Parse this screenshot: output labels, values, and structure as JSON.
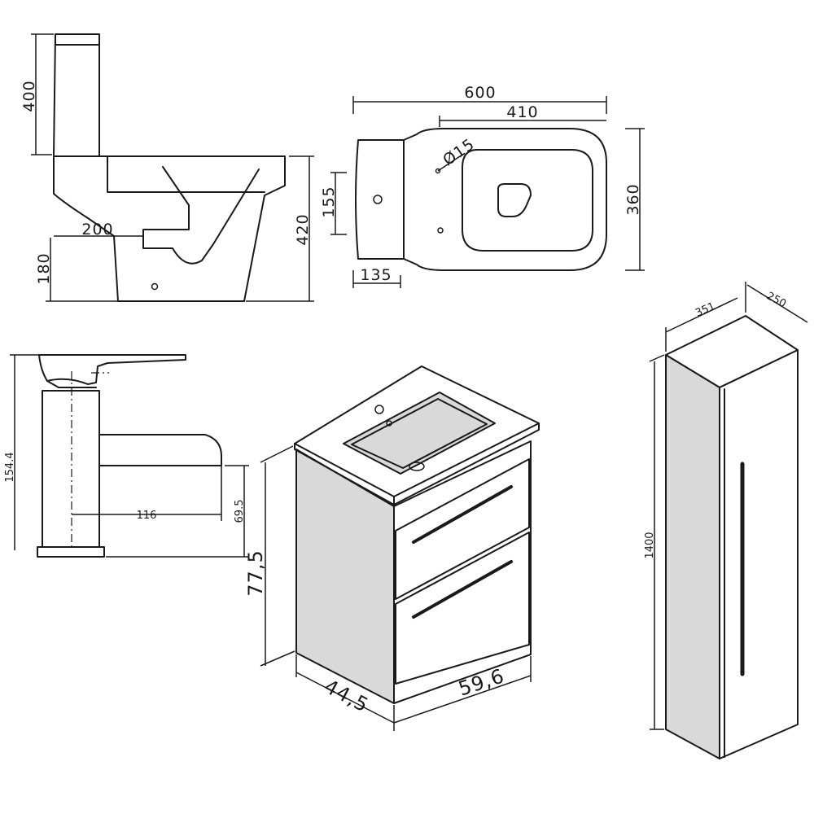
{
  "toilet_side": {
    "cistern_height": "400",
    "total_height": "420",
    "outlet_offset": "200",
    "outlet_height": "180"
  },
  "toilet_top": {
    "overall_length": "600",
    "bowl_length": "410",
    "hole_diameter": "Ø15",
    "cistern_hole_offset": "155",
    "width": "360",
    "cistern_depth": "135"
  },
  "tap": {
    "height": "154.4",
    "spout_reach": "116",
    "spout_height": "69.5"
  },
  "vanity": {
    "height": "77,5",
    "depth": "44,5",
    "width": "59,6"
  },
  "tall_cabinet": {
    "depth": "351",
    "width": "250",
    "height": "1400"
  }
}
